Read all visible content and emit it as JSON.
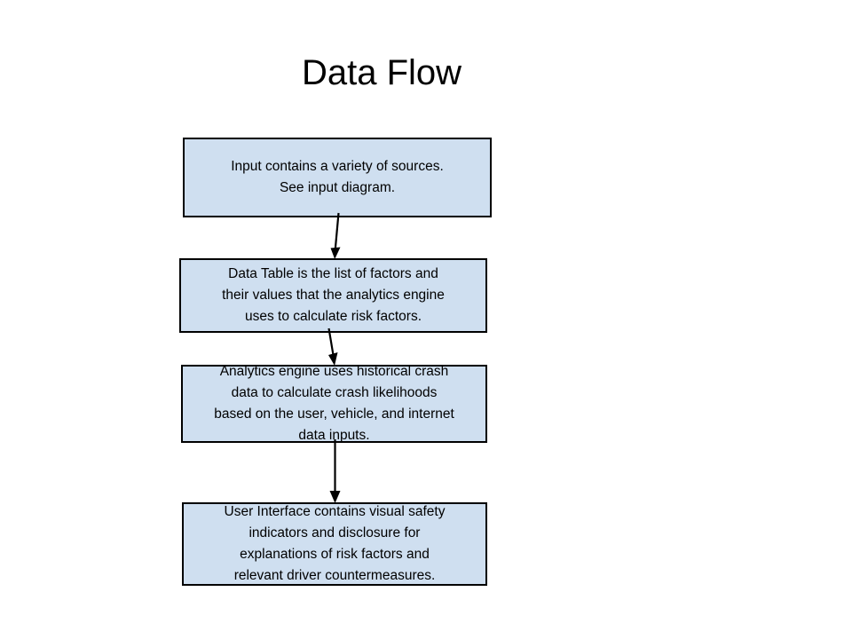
{
  "slide": {
    "title": "Data Flow",
    "background_color": "#ffffff",
    "box_fill_color": "#cfdff0",
    "box_border_color": "#000000",
    "text_color": "#000000"
  },
  "diagram": {
    "type": "flowchart",
    "orientation": "top-to-bottom",
    "nodes": [
      {
        "id": "input",
        "label": "Input contains a variety of sources.\nSee input diagram."
      },
      {
        "id": "data-table",
        "label": "Data Table is the list of factors and\ntheir values that  the analytics engine\nuses to calculate risk factors."
      },
      {
        "id": "analytics-engine",
        "label": "Analytics engine uses historical crash\ndata to calculate crash likelihoods\nbased on the user, vehicle, and internet\ndata inputs."
      },
      {
        "id": "user-interface",
        "label": "User Interface contains visual safety\nindicators and disclosure for\nexplanations of risk factors and\nrelevant driver countermeasures."
      }
    ],
    "edges": [
      {
        "id": "edge-1",
        "from": "input",
        "to": "data-table",
        "style": "arrow"
      },
      {
        "id": "edge-2",
        "from": "data-table",
        "to": "analytics-engine",
        "style": "arrow"
      },
      {
        "id": "edge-3",
        "from": "analytics-engine",
        "to": "user-interface",
        "style": "arrow"
      }
    ]
  }
}
